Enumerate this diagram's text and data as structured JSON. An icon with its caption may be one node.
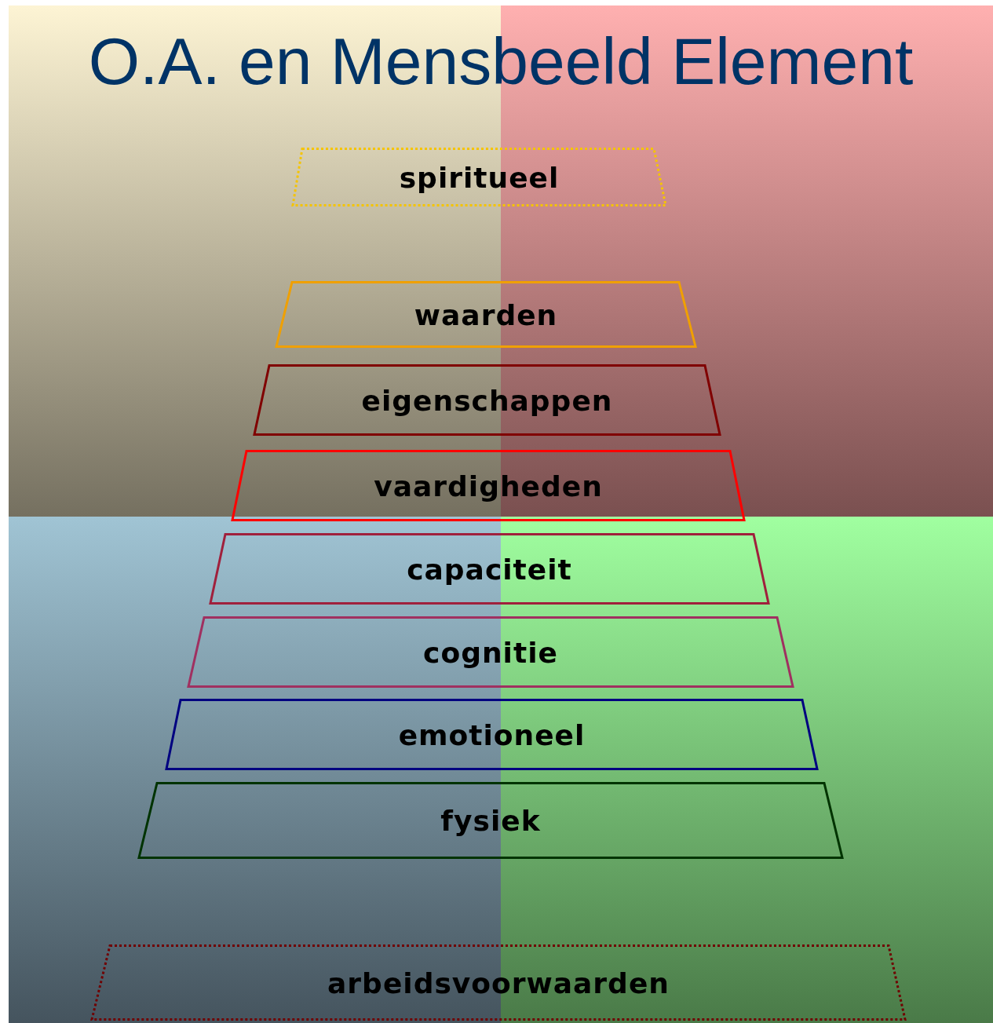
{
  "diagram": {
    "title": "O.A. en Mensbeeld Element",
    "nodes": [
      {
        "text": [
          "spiritueel"
        ]
      },
      {
        "text": [
          "waarden"
        ]
      },
      {
        "text": [
          "eigenschappen"
        ]
      },
      {
        "text": [
          "vaardigheden"
        ]
      },
      {
        "text": [
          "capaciteit"
        ]
      },
      {
        "text": [
          "cognitie"
        ]
      },
      {
        "text": [
          "emotioneel"
        ]
      },
      {
        "text": [
          "fysiek"
        ]
      },
      {
        "text": [
          "arbeidsvoorwaarden"
        ]
      }
    ],
    "edges": []
  }
}
